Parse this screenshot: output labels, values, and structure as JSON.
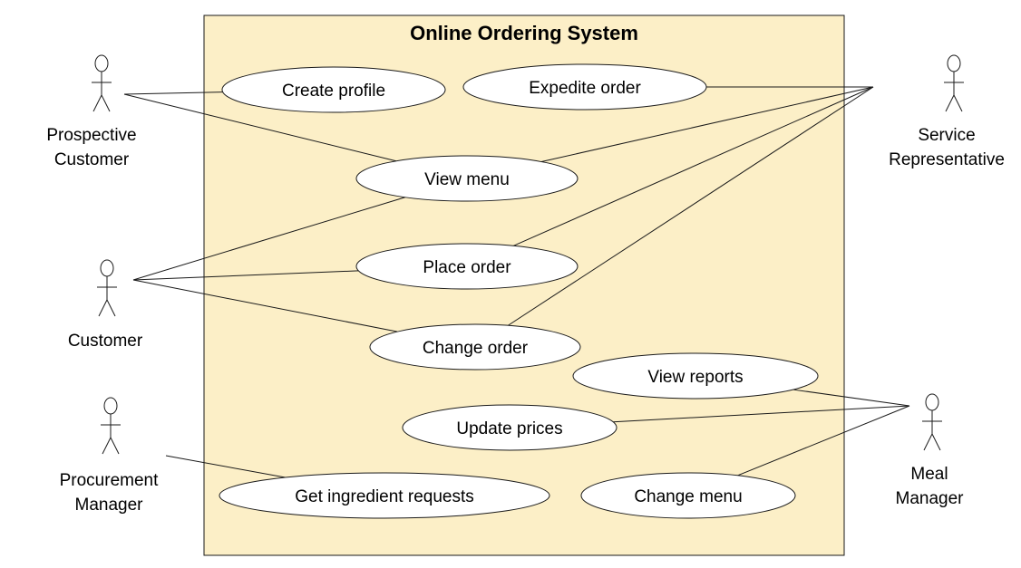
{
  "system": {
    "title": "Online Ordering System"
  },
  "use_cases": [
    {
      "id": "create-profile",
      "label": "Create profile"
    },
    {
      "id": "expedite-order",
      "label": "Expedite order"
    },
    {
      "id": "view-menu",
      "label": "View menu"
    },
    {
      "id": "place-order",
      "label": "Place order"
    },
    {
      "id": "change-order",
      "label": "Change order"
    },
    {
      "id": "view-reports",
      "label": "View reports"
    },
    {
      "id": "update-prices",
      "label": "Update prices"
    },
    {
      "id": "get-ingredient-requests",
      "label": "Get ingredient requests"
    },
    {
      "id": "change-menu",
      "label": "Change menu"
    }
  ],
  "actors": [
    {
      "id": "prospective-customer",
      "lines": [
        "Prospective",
        "Customer"
      ]
    },
    {
      "id": "customer",
      "lines": [
        "Customer"
      ]
    },
    {
      "id": "procurement-manager",
      "lines": [
        "Procurement",
        "Manager"
      ]
    },
    {
      "id": "service-representative",
      "lines": [
        "Service",
        "Representative"
      ]
    },
    {
      "id": "meal-manager",
      "lines": [
        "Meal",
        "Manager"
      ]
    }
  ],
  "associations": [
    [
      "prospective-customer",
      "create-profile"
    ],
    [
      "prospective-customer",
      "view-menu"
    ],
    [
      "customer",
      "view-menu"
    ],
    [
      "customer",
      "place-order"
    ],
    [
      "customer",
      "change-order"
    ],
    [
      "procurement-manager",
      "get-ingredient-requests"
    ],
    [
      "service-representative",
      "expedite-order"
    ],
    [
      "service-representative",
      "view-menu"
    ],
    [
      "service-representative",
      "place-order"
    ],
    [
      "service-representative",
      "change-order"
    ],
    [
      "meal-manager",
      "view-reports"
    ],
    [
      "meal-manager",
      "update-prices"
    ],
    [
      "meal-manager",
      "change-menu"
    ]
  ]
}
